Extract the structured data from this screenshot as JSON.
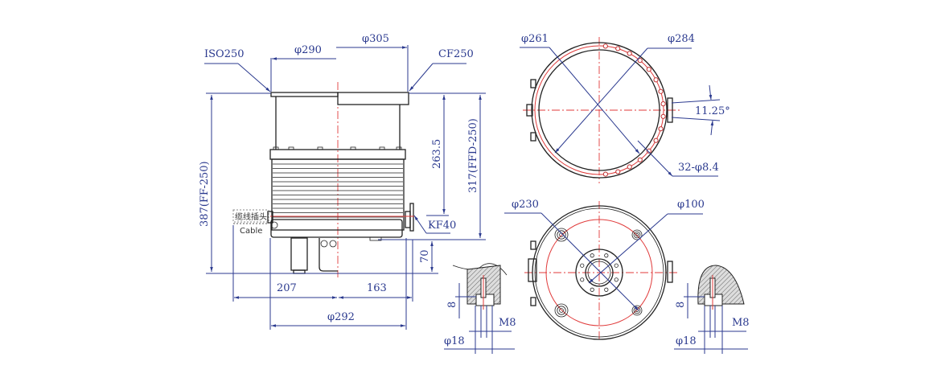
{
  "side_view": {
    "flange_iso": "ISO250",
    "flange_cf": "CF250",
    "dia_290": "φ290",
    "dia_305": "φ305",
    "height_ff": "387(FF-250)",
    "height_263": "263.5",
    "height_ffd": "317(FFD-250)",
    "kf_port": "KF40",
    "cable_cn": "缆线插头",
    "cable_en": "Cable",
    "height_70": "70",
    "width_207": "207",
    "width_163": "163",
    "dia_292": "φ292"
  },
  "top_view": {
    "dia_261": "φ261",
    "dia_284": "φ284",
    "angle": "11.25°",
    "holes": "32-φ8.4"
  },
  "bottom_view": {
    "dia_230": "φ230",
    "dia_100": "φ100"
  },
  "detail_left": {
    "depth": "8",
    "thread": "M8",
    "dia": "φ18"
  },
  "detail_right": {
    "depth": "8",
    "thread": "M8",
    "dia": "φ18"
  },
  "colors": {
    "dimension": "#2b3a8f",
    "centerline": "#e03a3a",
    "outline": "#222222"
  }
}
